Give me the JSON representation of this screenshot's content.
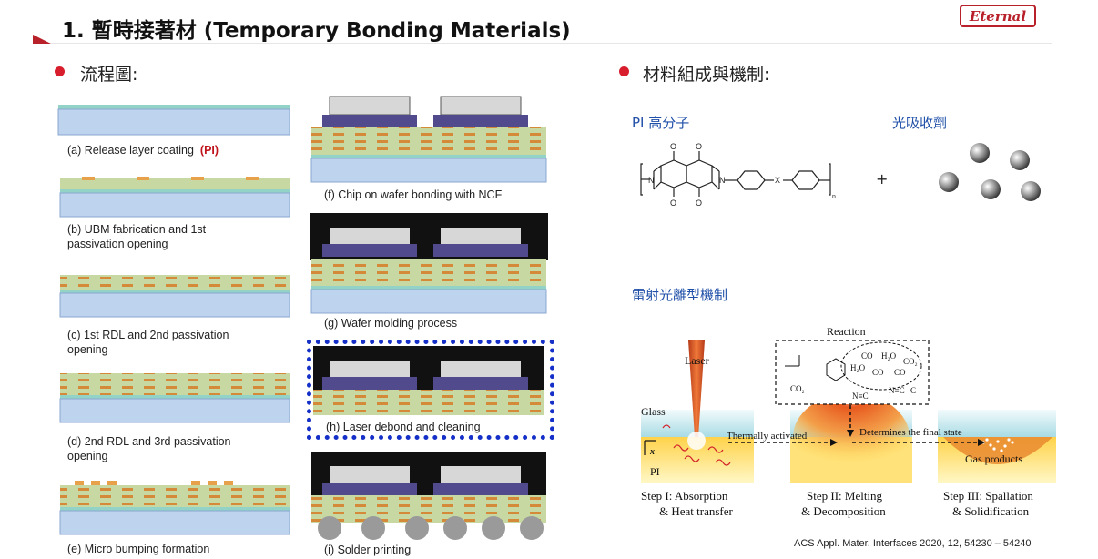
{
  "header": {
    "title": "1. 暫時接著材 (Temporary Bonding Materials)",
    "logo_text": "Eternal"
  },
  "left_section": {
    "heading": "流程圖:",
    "steps": [
      {
        "id": "a",
        "caption": "(a) Release layer coating",
        "tag": "(PI)"
      },
      {
        "id": "b",
        "caption_line1": "(b) UBM fabrication and 1st",
        "caption_line2": "passivation opening"
      },
      {
        "id": "c",
        "caption_line1": "(c) 1st RDL and 2nd passivation",
        "caption_line2": "opening"
      },
      {
        "id": "d",
        "caption_line1": "(d) 2nd  RDL and 3rd passivation",
        "caption_line2": "opening"
      },
      {
        "id": "e",
        "caption": "(e) Micro bumping formation"
      },
      {
        "id": "f",
        "caption": "(f) Chip on wafer bonding with NCF"
      },
      {
        "id": "g",
        "caption": "(g) Wafer molding process"
      },
      {
        "id": "h",
        "caption": "(h) Laser debond and cleaning"
      },
      {
        "id": "i",
        "caption": "(i) Solder printing"
      }
    ]
  },
  "right_section": {
    "heading": "材料組成與機制:",
    "pi_label": "PI 高分子",
    "absorber_label": "光吸收劑",
    "plus": "+",
    "structure": {
      "o": "O",
      "n": "N",
      "x": "X",
      "sub_n": "n"
    },
    "mechanism_heading": "雷射光離型機制",
    "diagram": {
      "reaction": "Reaction",
      "laser": "Laser",
      "glass": "Glass",
      "pi": "PI",
      "x_axis": "x",
      "thermally": "Thermally activated",
      "determines": "Determines the final state",
      "gas_products": "Gas products",
      "co2": "CO₂",
      "gas_cloud": [
        "CO",
        "H₂O",
        "CO₂",
        "H₂O",
        "CO",
        "CO"
      ],
      "nitrile_1": "N≡C",
      "nitrile_2": "N≡C",
      "carbon": "C",
      "step1_line1": "Step I: Absorption",
      "step1_line2": "& Heat transfer",
      "step2_line1": "Step II: Melting",
      "step2_line2": "& Decomposition",
      "step3_line1": "Step III: Spallation",
      "step3_line2": "& Solidification"
    },
    "reference": "ACS Appl. Mater. Interfaces 2020, 12, 54230 – 54240"
  },
  "colors": {
    "accent_red": "#d81e2c",
    "heading_blue": "#1f4fa8",
    "highlight_blue": "#1530c8"
  }
}
